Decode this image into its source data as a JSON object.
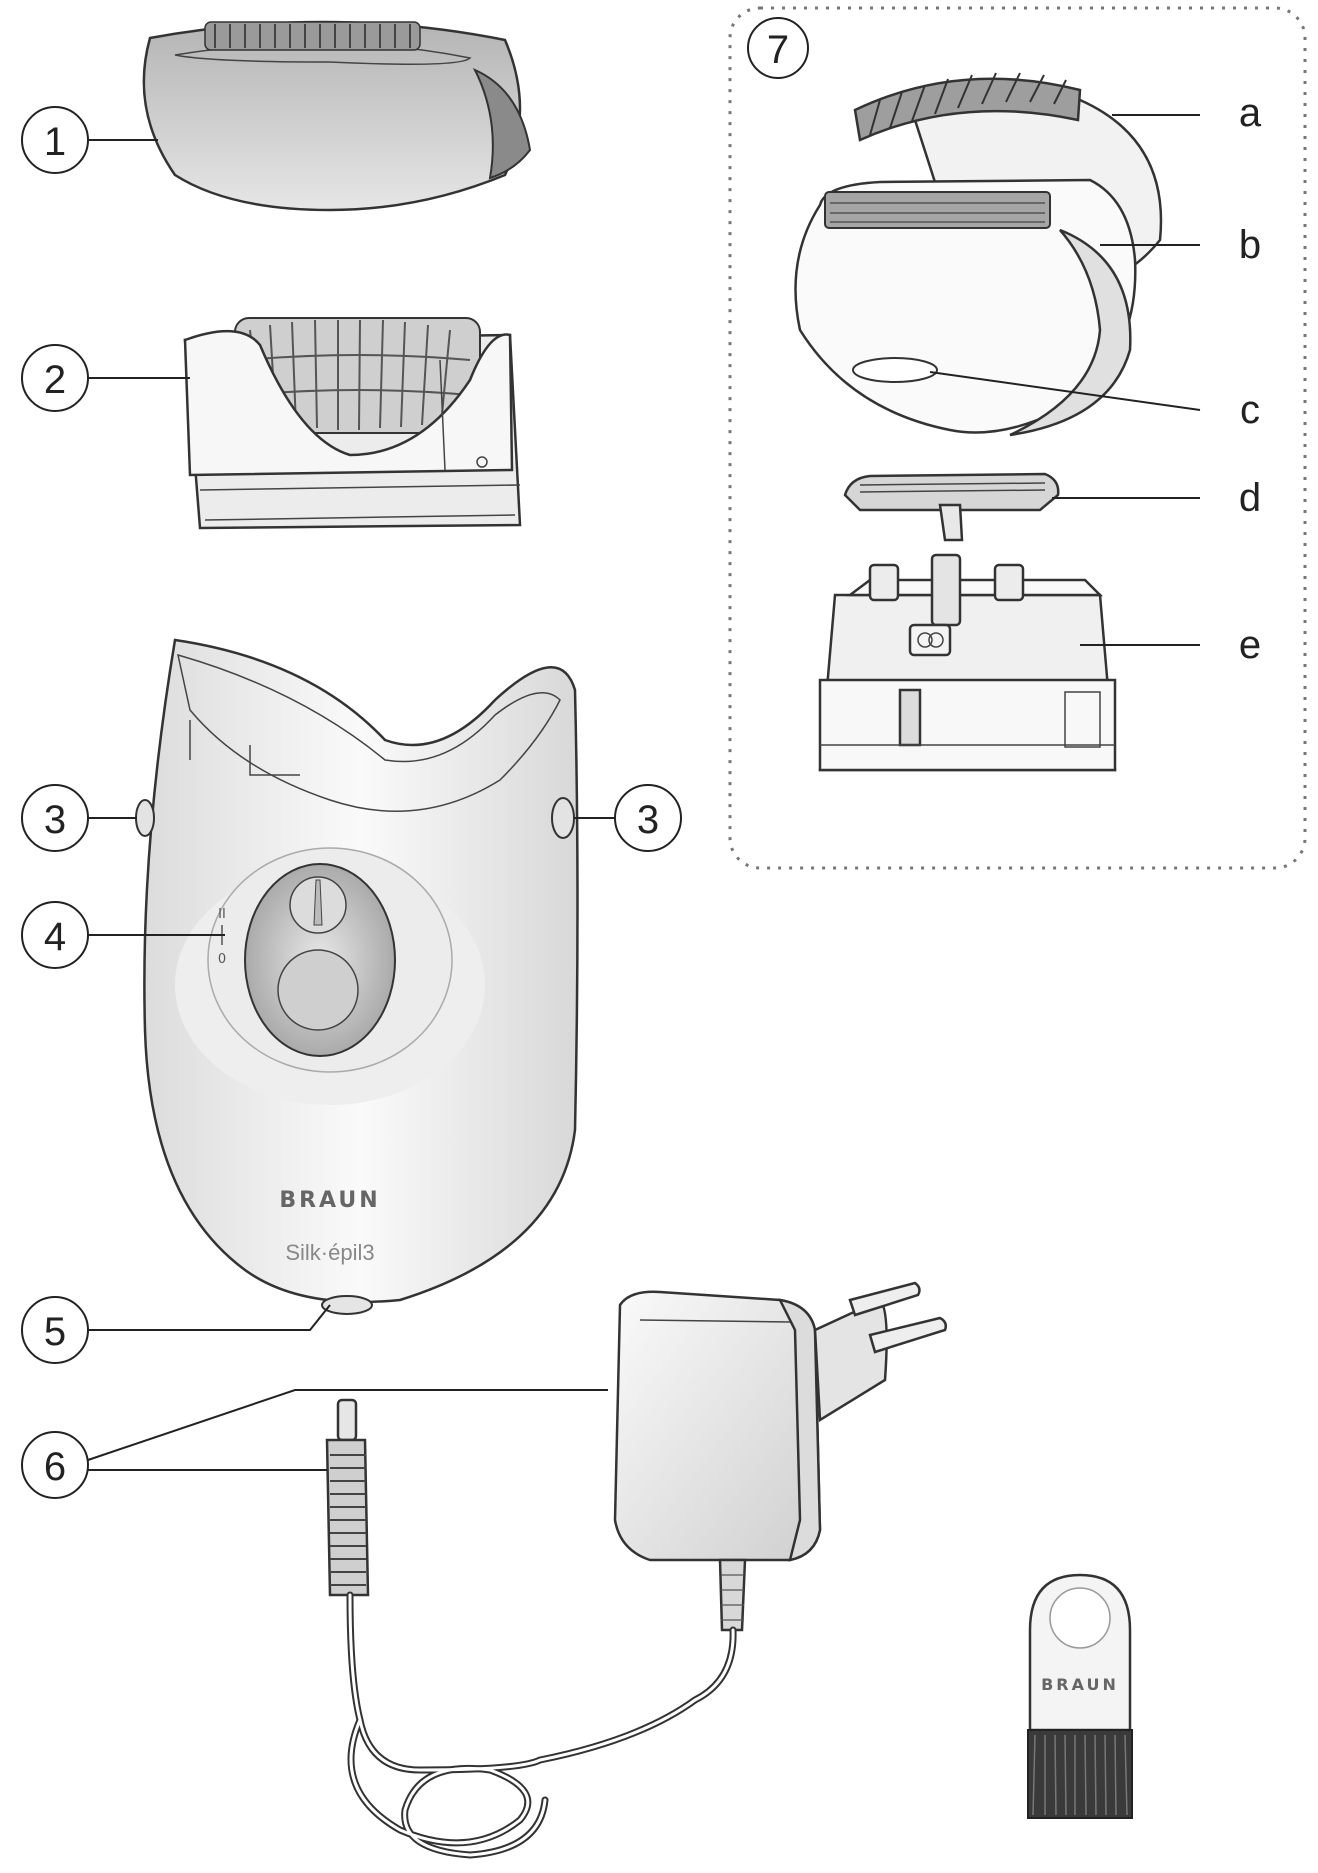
{
  "callouts": [
    "1",
    "2",
    "3",
    "3",
    "4",
    "5",
    "6",
    "7"
  ],
  "parts_letters": [
    "a",
    "b",
    "c",
    "d",
    "e"
  ],
  "device": {
    "brand": "BRAUN",
    "model": "Silk·épil3",
    "switch_marks": [
      "II",
      "I",
      "0"
    ]
  },
  "brush": {
    "brand": "BRAUN"
  },
  "colors": {
    "line": "#333333",
    "light_gray": "#e6e6e6",
    "mid_gray": "#bdbdbd",
    "dark_gray": "#8a8a8a"
  }
}
